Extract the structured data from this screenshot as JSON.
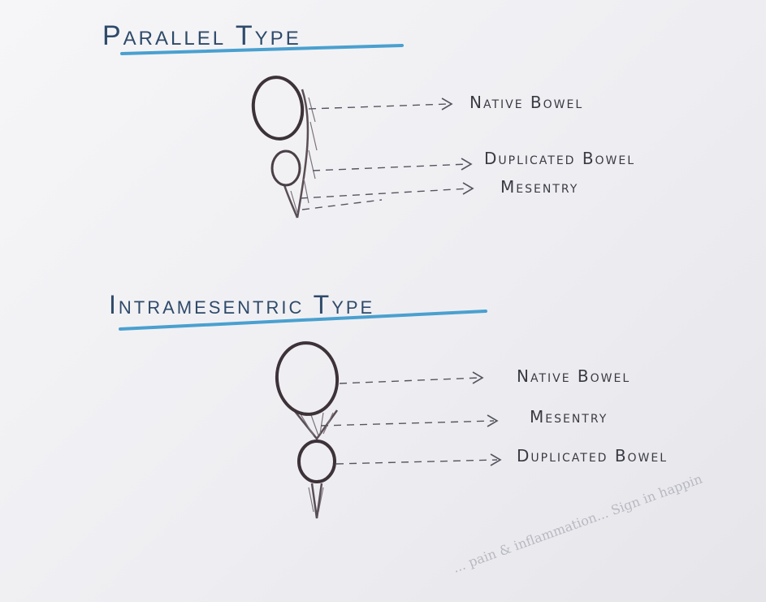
{
  "sections": {
    "parallel": {
      "title": "Parallel Type",
      "labels": {
        "native": "Native Bowel",
        "duplicated": "Duplicated Bowel",
        "mesentry": "Mesentry"
      }
    },
    "intramesentric": {
      "title": "Intramesentric Type",
      "labels": {
        "native": "Native Bowel",
        "mesentry": "Mesentry",
        "duplicated": "Duplicated Bowel"
      }
    }
  },
  "background_text": "... pain & inflammation... Sign in happin",
  "colors": {
    "heading_ink": "#2f4a6a",
    "underline": "#4aa0cf",
    "pencil": "#3c3238",
    "paper": "#f2f2f4"
  }
}
